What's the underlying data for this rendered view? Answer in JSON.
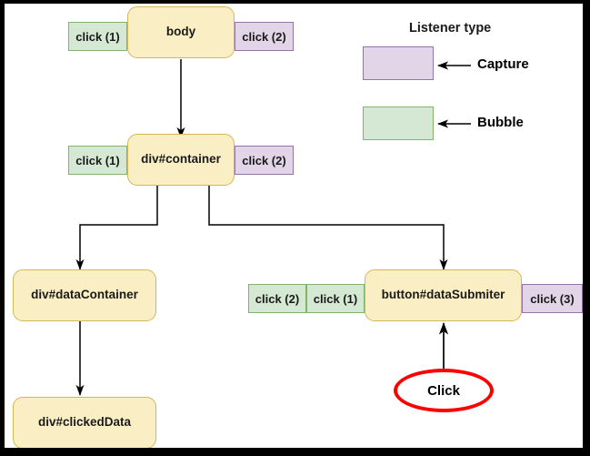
{
  "diagram": {
    "title": "DOM event propagation (capture / bubble) tree",
    "background": "#ffffff",
    "frame_color": "#000000",
    "colors": {
      "node_fill": "#FAEFC4",
      "node_stroke": "#D6B656",
      "bubble_fill": "#D5E8D4",
      "bubble_stroke": "#82B366",
      "capture_fill": "#E1D5E7",
      "capture_stroke": "#9673A6",
      "edge": "#000000",
      "click_stroke": "#FF0000"
    }
  },
  "nodes": {
    "body": {
      "label": "body"
    },
    "container": {
      "label": "div#container"
    },
    "data_container": {
      "label": "div#dataContainer"
    },
    "clicked_data": {
      "label": "div#clickedData"
    },
    "data_submiter": {
      "label": "button#dataSubmiter"
    },
    "click_source": {
      "label": "Click"
    }
  },
  "listener_tags": {
    "body_left": {
      "label": "click (1)",
      "type": "bubble"
    },
    "body_right": {
      "label": "click (2)",
      "type": "capture"
    },
    "container_left": {
      "label": "click (1)",
      "type": "bubble"
    },
    "container_right": {
      "label": "click (2)",
      "type": "capture"
    },
    "submiter_far_left": {
      "label": "click (2)",
      "type": "bubble"
    },
    "submiter_left": {
      "label": "click (1)",
      "type": "bubble"
    },
    "submiter_right": {
      "label": "click (3)",
      "type": "capture"
    }
  },
  "legend": {
    "title": "Listener type",
    "items": [
      {
        "label": "Capture",
        "type": "capture"
      },
      {
        "label": "Bubble",
        "type": "bubble"
      }
    ]
  }
}
